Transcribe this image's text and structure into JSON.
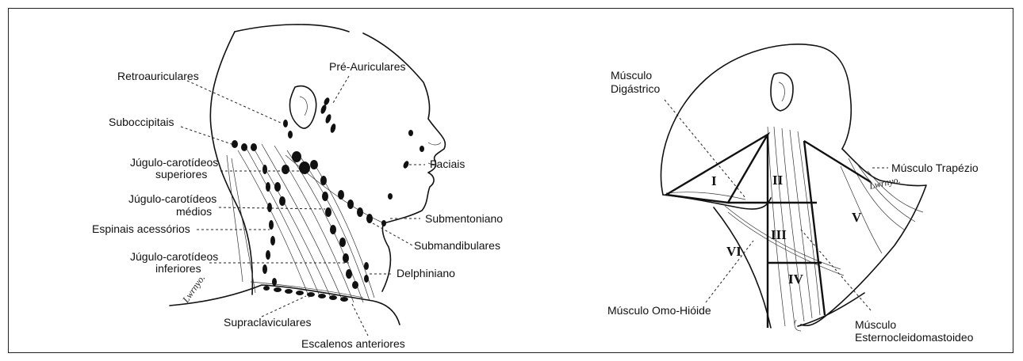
{
  "left_figure": {
    "labels": {
      "retroauriculares": "Retroauriculares",
      "pre_auriculares": "Pré-Auriculares",
      "suboccipitais": "Suboccipitais",
      "jugulo_sup_1": "Júgulo-carotídeos",
      "jugulo_sup_2": "superiores",
      "faciais": "Faciais",
      "jugulo_med_1": "Júgulo-carotídeos",
      "jugulo_med_2": "médios",
      "submentoniano": "Submentoniano",
      "espinais": "Espinais acessórios",
      "submandibulares": "Submandibulares",
      "jugulo_inf_1": "Júgulo-carotídeos",
      "jugulo_inf_2": "inferiores",
      "delphiniano": "Delphiniano",
      "supraclaviculares": "Supraclaviculares",
      "escalenos": "Escalenos anteriores"
    },
    "signature": "Lwrnyo."
  },
  "right_figure": {
    "labels": {
      "digastrico_1": "Músculo",
      "digastrico_2": "Digástrico",
      "trapezio": "Músculo Trapézio",
      "omo_hioide": "Músculo Omo-Hióide",
      "esterno_1": "Músculo",
      "esterno_2": "Esternocleidomastoideo"
    },
    "levels": [
      "I",
      "II",
      "III",
      "IV",
      "V",
      "VI"
    ],
    "signature": "Lwrnyo."
  }
}
